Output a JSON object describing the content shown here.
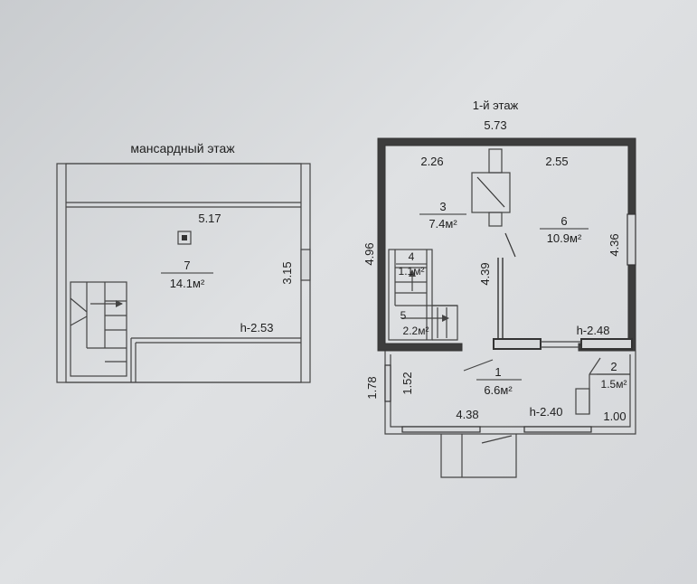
{
  "attic": {
    "title": "мансардный этаж",
    "dim_width": "5.17",
    "dim_depth": "3.15",
    "height": "h-2.53",
    "room_number": "7",
    "room_area": "14.1м²"
  },
  "ground": {
    "title": "1-й этаж",
    "dim_top": "5.73",
    "dim_left": "4.96",
    "dim_right": "4.36",
    "dim_room3_width": "2.26",
    "dim_room6_width": "2.55",
    "dim_partition": "4.39",
    "dim_hall_left_outer": "1.78",
    "dim_hall_left_inner": "1.52",
    "dim_hall_bottom": "4.38",
    "dim_room2_width": "1.00",
    "height_main": "h-2.48",
    "height_hall": "h-2.40",
    "rooms": [
      {
        "number": "3",
        "area": "7.4м²"
      },
      {
        "number": "6",
        "area": "10.9м²"
      },
      {
        "number": "4",
        "area": "1.1м²"
      },
      {
        "number": "5",
        "area": "2.2м²"
      },
      {
        "number": "1",
        "area": "6.6м²"
      },
      {
        "number": "2",
        "area": "1.5м²"
      }
    ]
  }
}
